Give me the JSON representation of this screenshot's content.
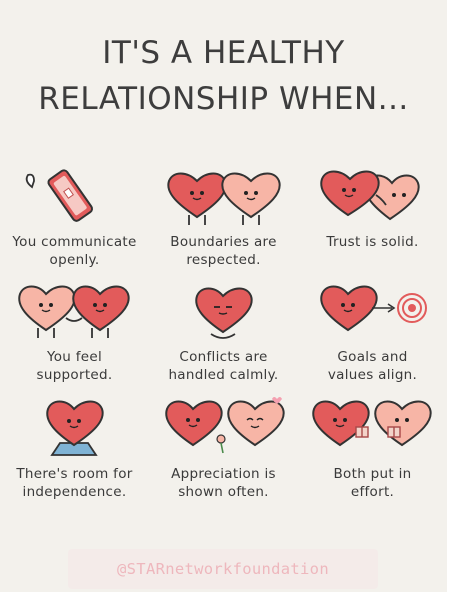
{
  "title": {
    "line1": "IT'S A HEALTHY",
    "line2": "RELATIONSHIP WHEN..."
  },
  "items": [
    {
      "icon": "phone-icon",
      "line1": "You communicate",
      "line2": "openly."
    },
    {
      "icon": "two-hearts-icon",
      "line1": "Boundaries are",
      "line2": "respected."
    },
    {
      "icon": "hugging-hearts-icon",
      "line1": "Trust is solid.",
      "line2": ""
    },
    {
      "icon": "holding-hands-hearts-icon",
      "line1": "You feel",
      "line2": "supported."
    },
    {
      "icon": "calm-heart-icon",
      "line1": "Conflicts are",
      "line2": "handled calmly."
    },
    {
      "icon": "heart-target-icon",
      "line1": "Goals and",
      "line2": "values align."
    },
    {
      "icon": "heart-shirt-icon",
      "line1": "There's room for",
      "line2": "independence."
    },
    {
      "icon": "hearts-flowers-icon",
      "line1": "Appreciation is",
      "line2": "shown often."
    },
    {
      "icon": "hearts-gifts-icon",
      "line1": "Both put in",
      "line2": "effort."
    }
  ],
  "footer": "@STARnetworkfoundation",
  "colors": {
    "background": "#f3f1ec",
    "red_heart": "#e25b5b",
    "pink_heart": "#f7b5a6",
    "text": "#3d3d3d",
    "footer_text": "#eeb7bd"
  }
}
